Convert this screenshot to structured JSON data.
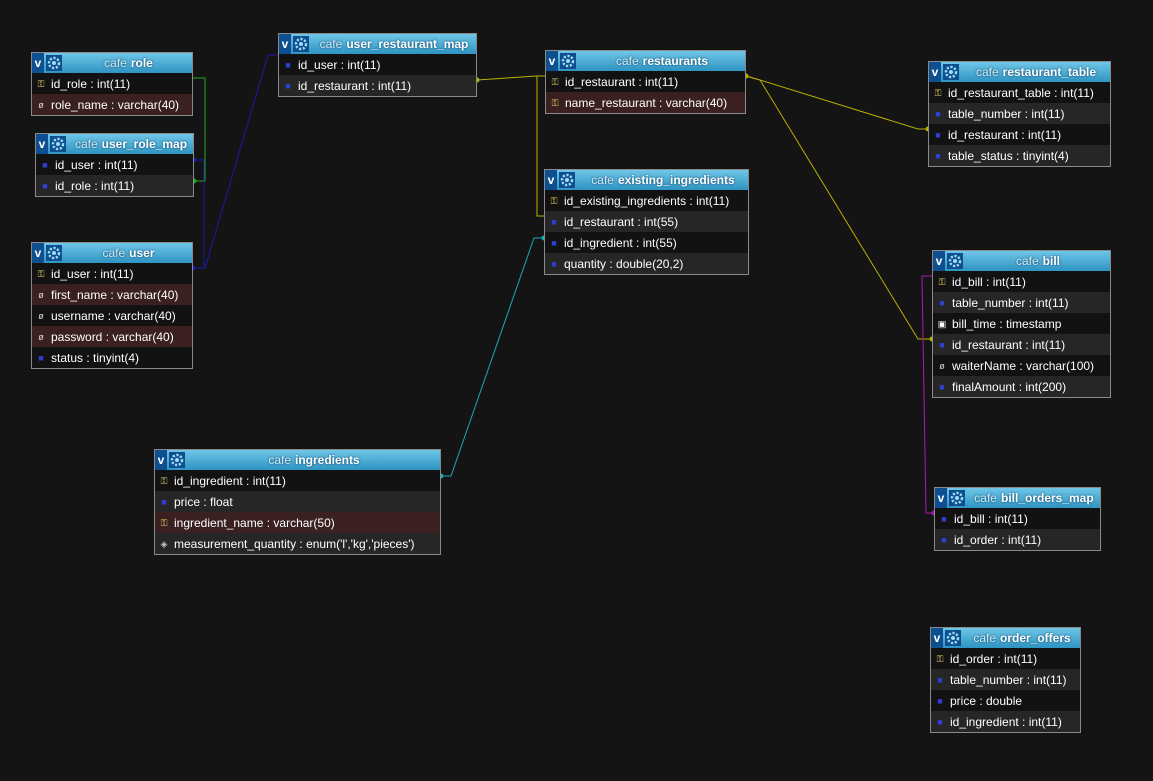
{
  "schema": "cafe",
  "tables": {
    "role": {
      "name": "role",
      "fields": [
        {
          "icon": "key",
          "text": "id_role : int(11)"
        },
        {
          "icon": "string",
          "text": "role_name : varchar(40)"
        }
      ]
    },
    "user_role_map": {
      "name": "user_role_map",
      "fields": [
        {
          "icon": "fk",
          "text": "id_user : int(11)"
        },
        {
          "icon": "fk",
          "text": "id_role : int(11)"
        }
      ]
    },
    "user": {
      "name": "user",
      "fields": [
        {
          "icon": "key",
          "text": "id_user : int(11)"
        },
        {
          "icon": "string",
          "text": "first_name : varchar(40)"
        },
        {
          "icon": "string",
          "text": "username : varchar(40)"
        },
        {
          "icon": "string",
          "text": "password : varchar(40)"
        },
        {
          "icon": "fk",
          "text": "status : tinyint(4)"
        }
      ]
    },
    "user_restaurant_map": {
      "name": "user_restaurant_map",
      "fields": [
        {
          "icon": "fk",
          "text": "id_user : int(11)"
        },
        {
          "icon": "fk",
          "text": "id_restaurant : int(11)"
        }
      ]
    },
    "restaurants": {
      "name": "restaurants",
      "fields": [
        {
          "icon": "key",
          "text": "id_restaurant : int(11)"
        },
        {
          "icon": "key",
          "text": "name_restaurant : varchar(40)"
        }
      ]
    },
    "existing_ingredients": {
      "name": "existing_ingredients",
      "fields": [
        {
          "icon": "key",
          "text": "id_existing_ingredients : int(11)"
        },
        {
          "icon": "fk",
          "text": "id_restaurant : int(55)"
        },
        {
          "icon": "fk",
          "text": "id_ingredient : int(55)"
        },
        {
          "icon": "fk",
          "text": "quantity : double(20,2)"
        }
      ]
    },
    "restaurant_table": {
      "name": "restaurant_table",
      "fields": [
        {
          "icon": "key",
          "text": "id_restaurant_table : int(11)"
        },
        {
          "icon": "fk",
          "text": "table_number : int(11)"
        },
        {
          "icon": "fk",
          "text": "id_restaurant : int(11)"
        },
        {
          "icon": "fk",
          "text": "table_status : tinyint(4)"
        }
      ]
    },
    "bill": {
      "name": "bill",
      "fields": [
        {
          "icon": "key",
          "text": "id_bill : int(11)"
        },
        {
          "icon": "fk",
          "text": "table_number : int(11)"
        },
        {
          "icon": "timestamp",
          "text": "bill_time : timestamp"
        },
        {
          "icon": "fk",
          "text": "id_restaurant : int(11)"
        },
        {
          "icon": "string",
          "text": "waiterName : varchar(100)"
        },
        {
          "icon": "fk",
          "text": "finalAmount : int(200)"
        }
      ]
    },
    "bill_orders_map": {
      "name": "bill_orders_map",
      "fields": [
        {
          "icon": "fk",
          "text": "id_bill : int(11)"
        },
        {
          "icon": "fk",
          "text": "id_order : int(11)"
        }
      ]
    },
    "order_offers": {
      "name": "order_offers",
      "fields": [
        {
          "icon": "key",
          "text": "id_order : int(11)"
        },
        {
          "icon": "fk",
          "text": "table_number : int(11)"
        },
        {
          "icon": "fk",
          "text": "price : double"
        },
        {
          "icon": "fk",
          "text": "id_ingredient : int(11)"
        }
      ]
    },
    "ingredients": {
      "name": "ingredients",
      "fields": [
        {
          "icon": "key",
          "text": "id_ingredient : int(11)"
        },
        {
          "icon": "fk",
          "text": "price : float"
        },
        {
          "icon": "key",
          "text": "ingredient_name : varchar(50)"
        },
        {
          "icon": "enum",
          "text": "measurement_quantity : enum('l','kg','pieces')"
        }
      ]
    }
  },
  "relation_colors": {
    "role": "#1fa81f",
    "user": "#1a1aa8",
    "restaurant": "#b8b000",
    "ingredient": "#18a8b8",
    "bill": "#b018b0"
  }
}
